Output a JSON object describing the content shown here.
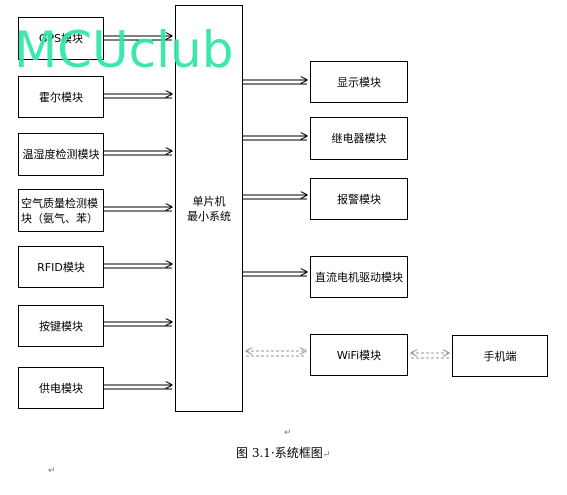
{
  "watermark": "MCUclub",
  "center_block": {
    "line1": "单片机",
    "line2": "最小系统"
  },
  "input_modules": [
    "GPS模块",
    "霍尔模块",
    "温湿度检测模块",
    "空气质量检测模块（氨气、苯）",
    "RFID模块",
    "按键模块",
    "供电模块"
  ],
  "output_modules": [
    "显示模块",
    "继电器模块",
    "报警模块",
    "直流电机驱动模块",
    "WiFi模块"
  ],
  "remote_device": "手机端",
  "caption": "图 3.1·系统框图",
  "paragraph_mark": "↵"
}
